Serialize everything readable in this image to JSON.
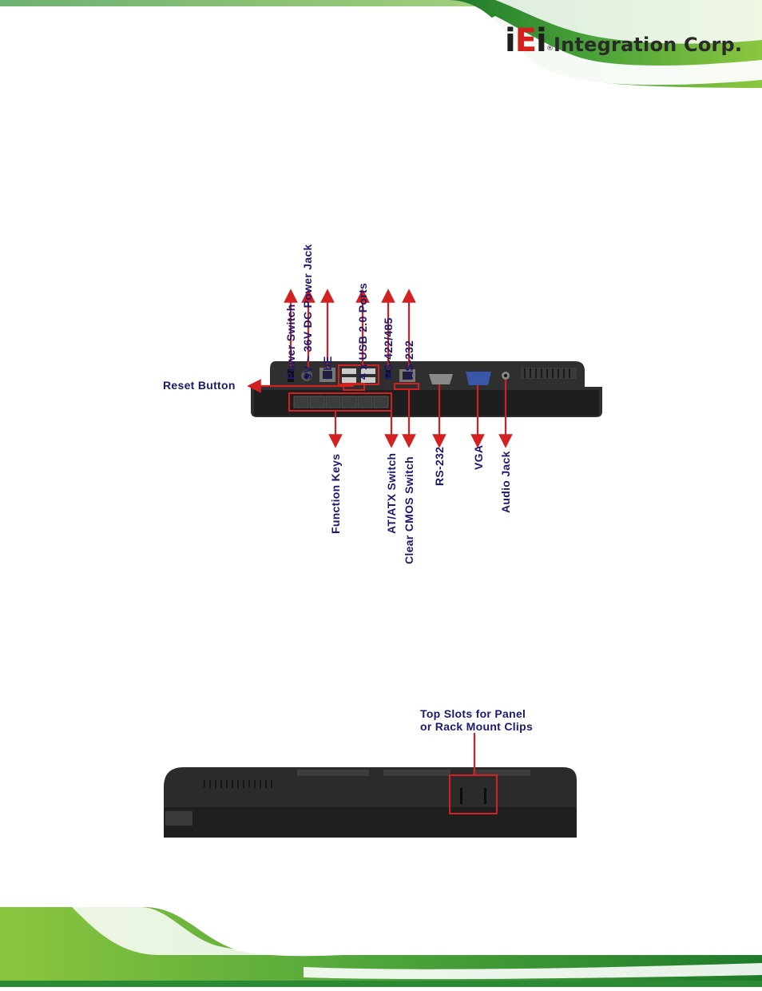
{
  "header": {
    "logo": {
      "letters": [
        "i",
        "E",
        "i"
      ],
      "registered": "®",
      "company": "Integration Corp."
    }
  },
  "rear_panel": {
    "top_labels": [
      "Power Switch",
      "9V ~ 36V DC Power Jack",
      "GbE",
      "4 x USB 2.0 Ports",
      "RS-422/485",
      "RS-232"
    ],
    "side_label": "Reset Button",
    "bottom_labels": [
      "Function Keys",
      "AT/ATX Switch",
      "Clear CMOS Switch",
      "RS-232",
      "VGA",
      "Audio Jack"
    ]
  },
  "top_view": {
    "callout_line1": "Top Slots for Panel",
    "callout_line2": "or Rack Mount Clips"
  },
  "colors": {
    "label": "#1a1a6e",
    "callout": "#d32020",
    "brand_green": "#6cb33f",
    "device_body": "#2b2b2b"
  }
}
